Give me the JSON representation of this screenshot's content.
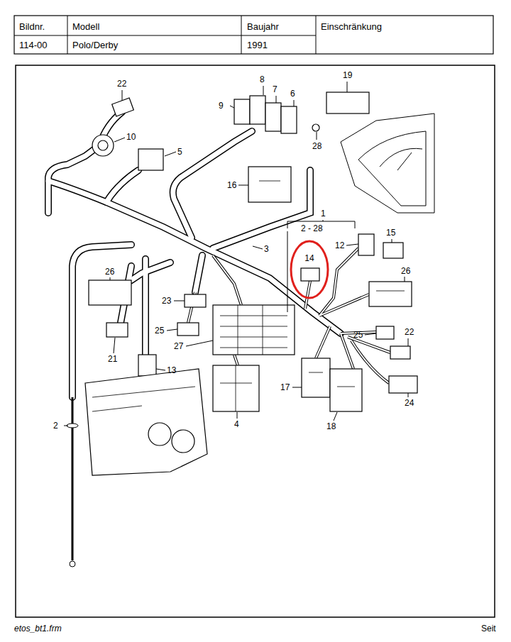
{
  "diagram": {
    "nodes": [
      {
        "text": [
          "14"
        ]
      }
    ],
    "labels": [
      "Bildnr.",
      "114-00",
      "Modell",
      "Polo/Derby",
      "Baujahr",
      "1991",
      "Einschränkung",
      "22",
      "10",
      "5",
      "8",
      "7",
      "6",
      "9",
      "19",
      "28",
      "16",
      "1",
      "2 - 28",
      "3",
      "12",
      "15",
      "26",
      "26",
      "23",
      "25",
      "27",
      "13",
      "21",
      "25",
      "22",
      "17",
      "18",
      "24",
      "4",
      "2",
      "etos_bt1.frm",
      "Seit"
    ]
  }
}
